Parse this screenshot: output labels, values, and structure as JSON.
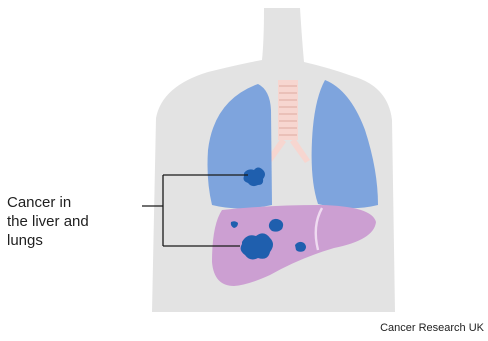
{
  "labels": {
    "callout_lines": [
      "Cancer in",
      "the liver and",
      "lungs"
    ],
    "credit": "Cancer Research UK"
  },
  "colors": {
    "body": "#e3e3e3",
    "lungs": "#7ea4dd",
    "windpipe": "#f7d6d0",
    "liver": "#cc9fd2",
    "tumour": "#1f5fae",
    "leader_line": "#1a1a1a"
  }
}
